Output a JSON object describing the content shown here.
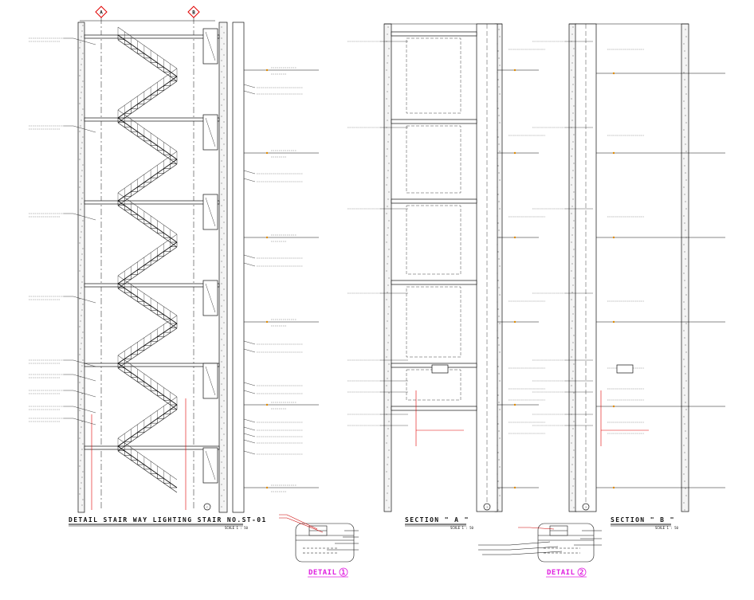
{
  "drawing": {
    "stair_elevation": {
      "title": "DETAIL STAIR WAY LIGHTING STAIR NO.ST-01",
      "scale": "SCALE 1 : 50",
      "grid_left": "A",
      "grid_right": "B",
      "bottom_marker": "C"
    },
    "section_a": {
      "title": "SECTION \" A \"",
      "scale": "SCALE 1 : 50",
      "marker": "3"
    },
    "section_b": {
      "title": "SECTION \" B \"",
      "scale": "SCALE 1 : 50",
      "marker": "3"
    },
    "detail_1": {
      "label": "DETAIL",
      "number": "1"
    },
    "detail_2": {
      "label": "DETAIL",
      "number": "2"
    },
    "colors": {
      "line": "#111111",
      "accent_red": "#e00000",
      "detail_magenta": "#e020e0",
      "leader_yellow": "#e8c800",
      "level_orange": "#e08a00"
    }
  }
}
